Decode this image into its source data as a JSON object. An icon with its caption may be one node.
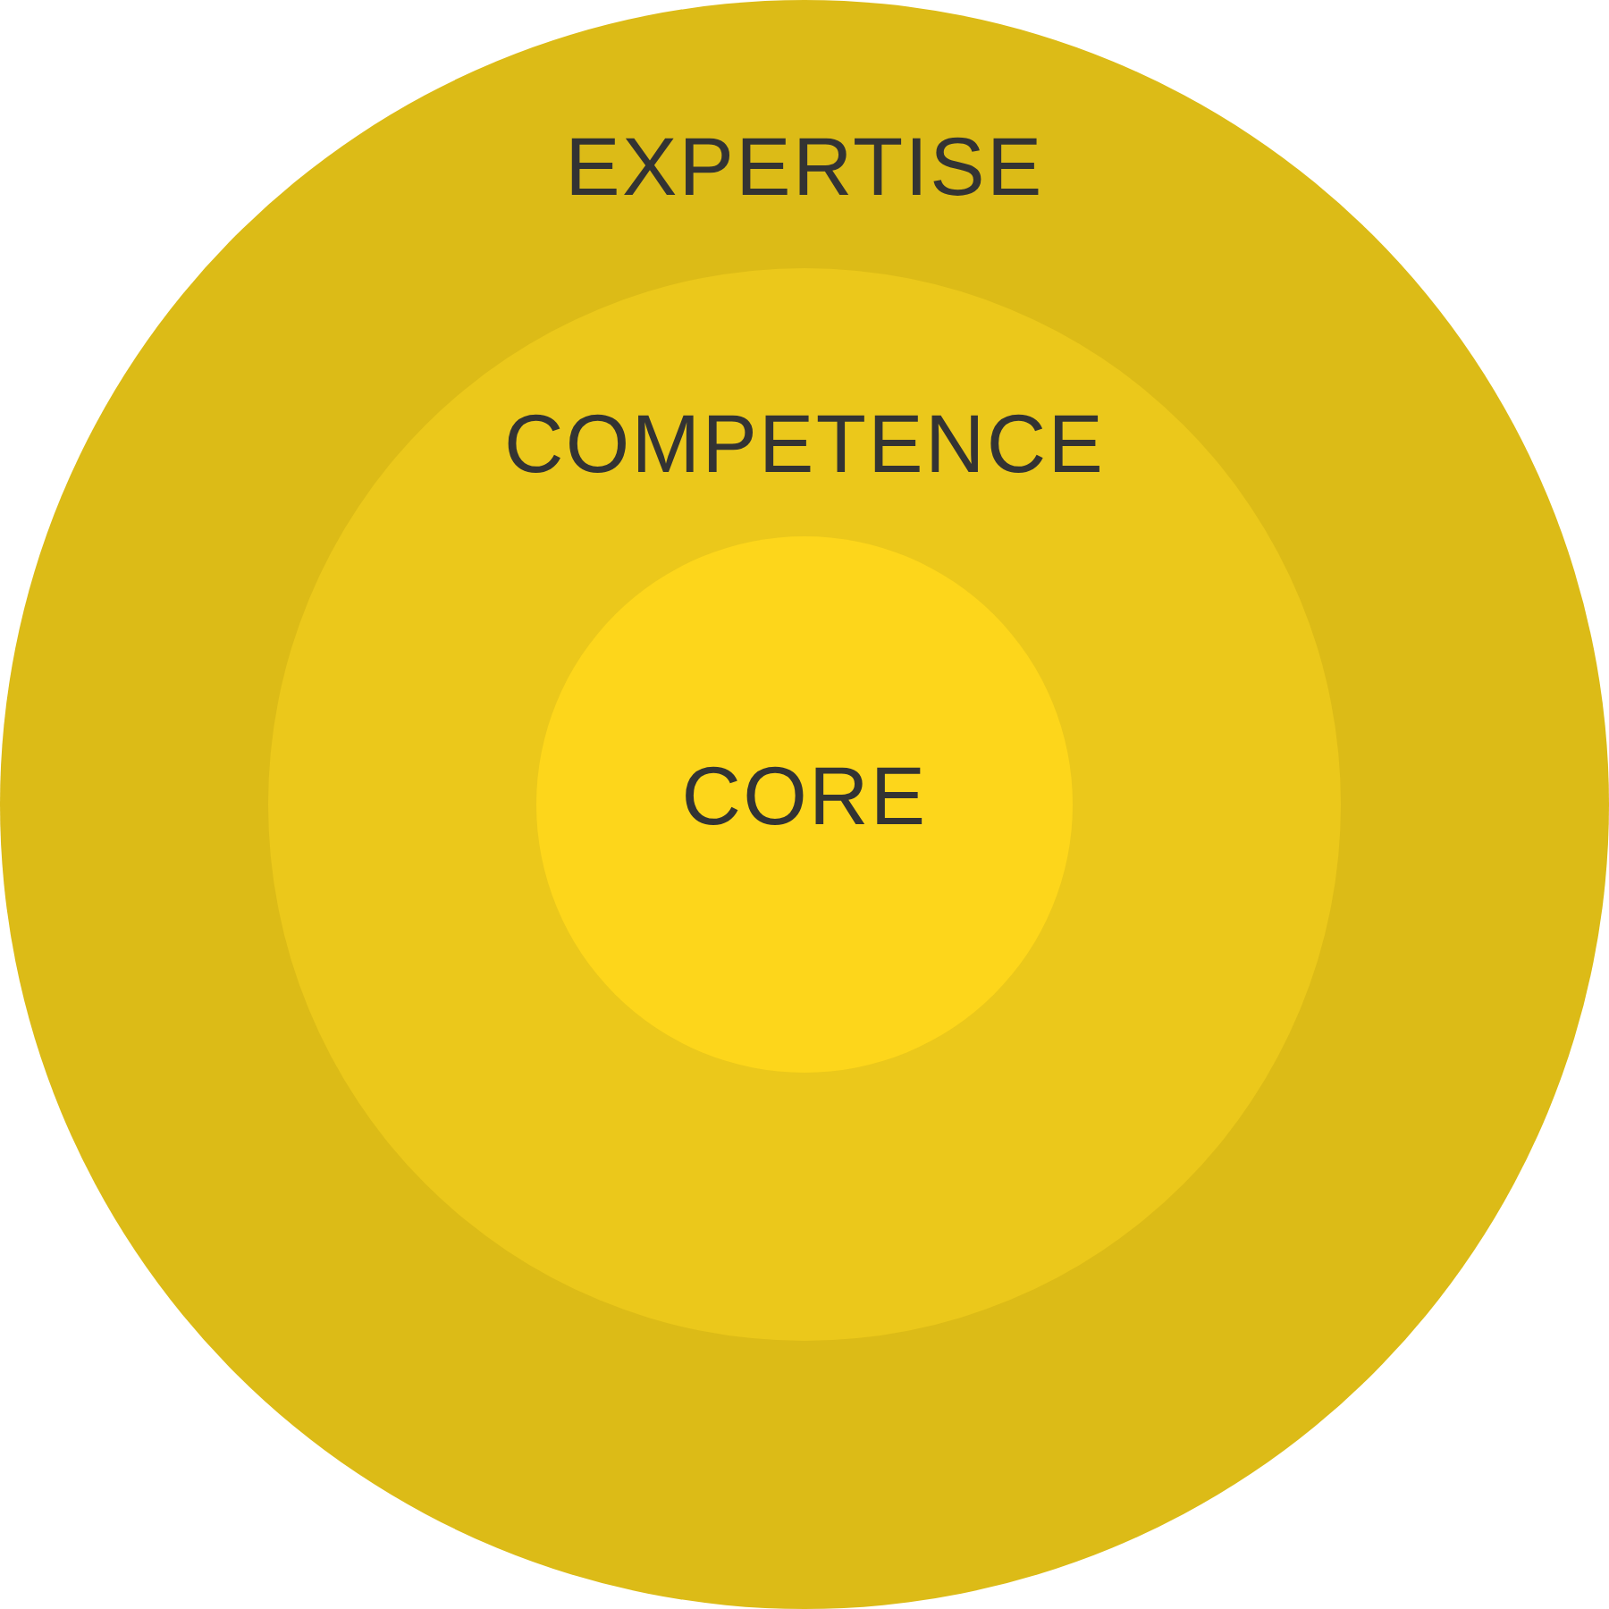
{
  "diagram": {
    "nodes": [
      {
        "text": [
          "EXPERTISE"
        ]
      },
      {
        "text": [
          "COMPETENCE"
        ],
        "in": 0
      },
      {
        "text": [
          "CORE"
        ],
        "in": 1
      }
    ]
  }
}
